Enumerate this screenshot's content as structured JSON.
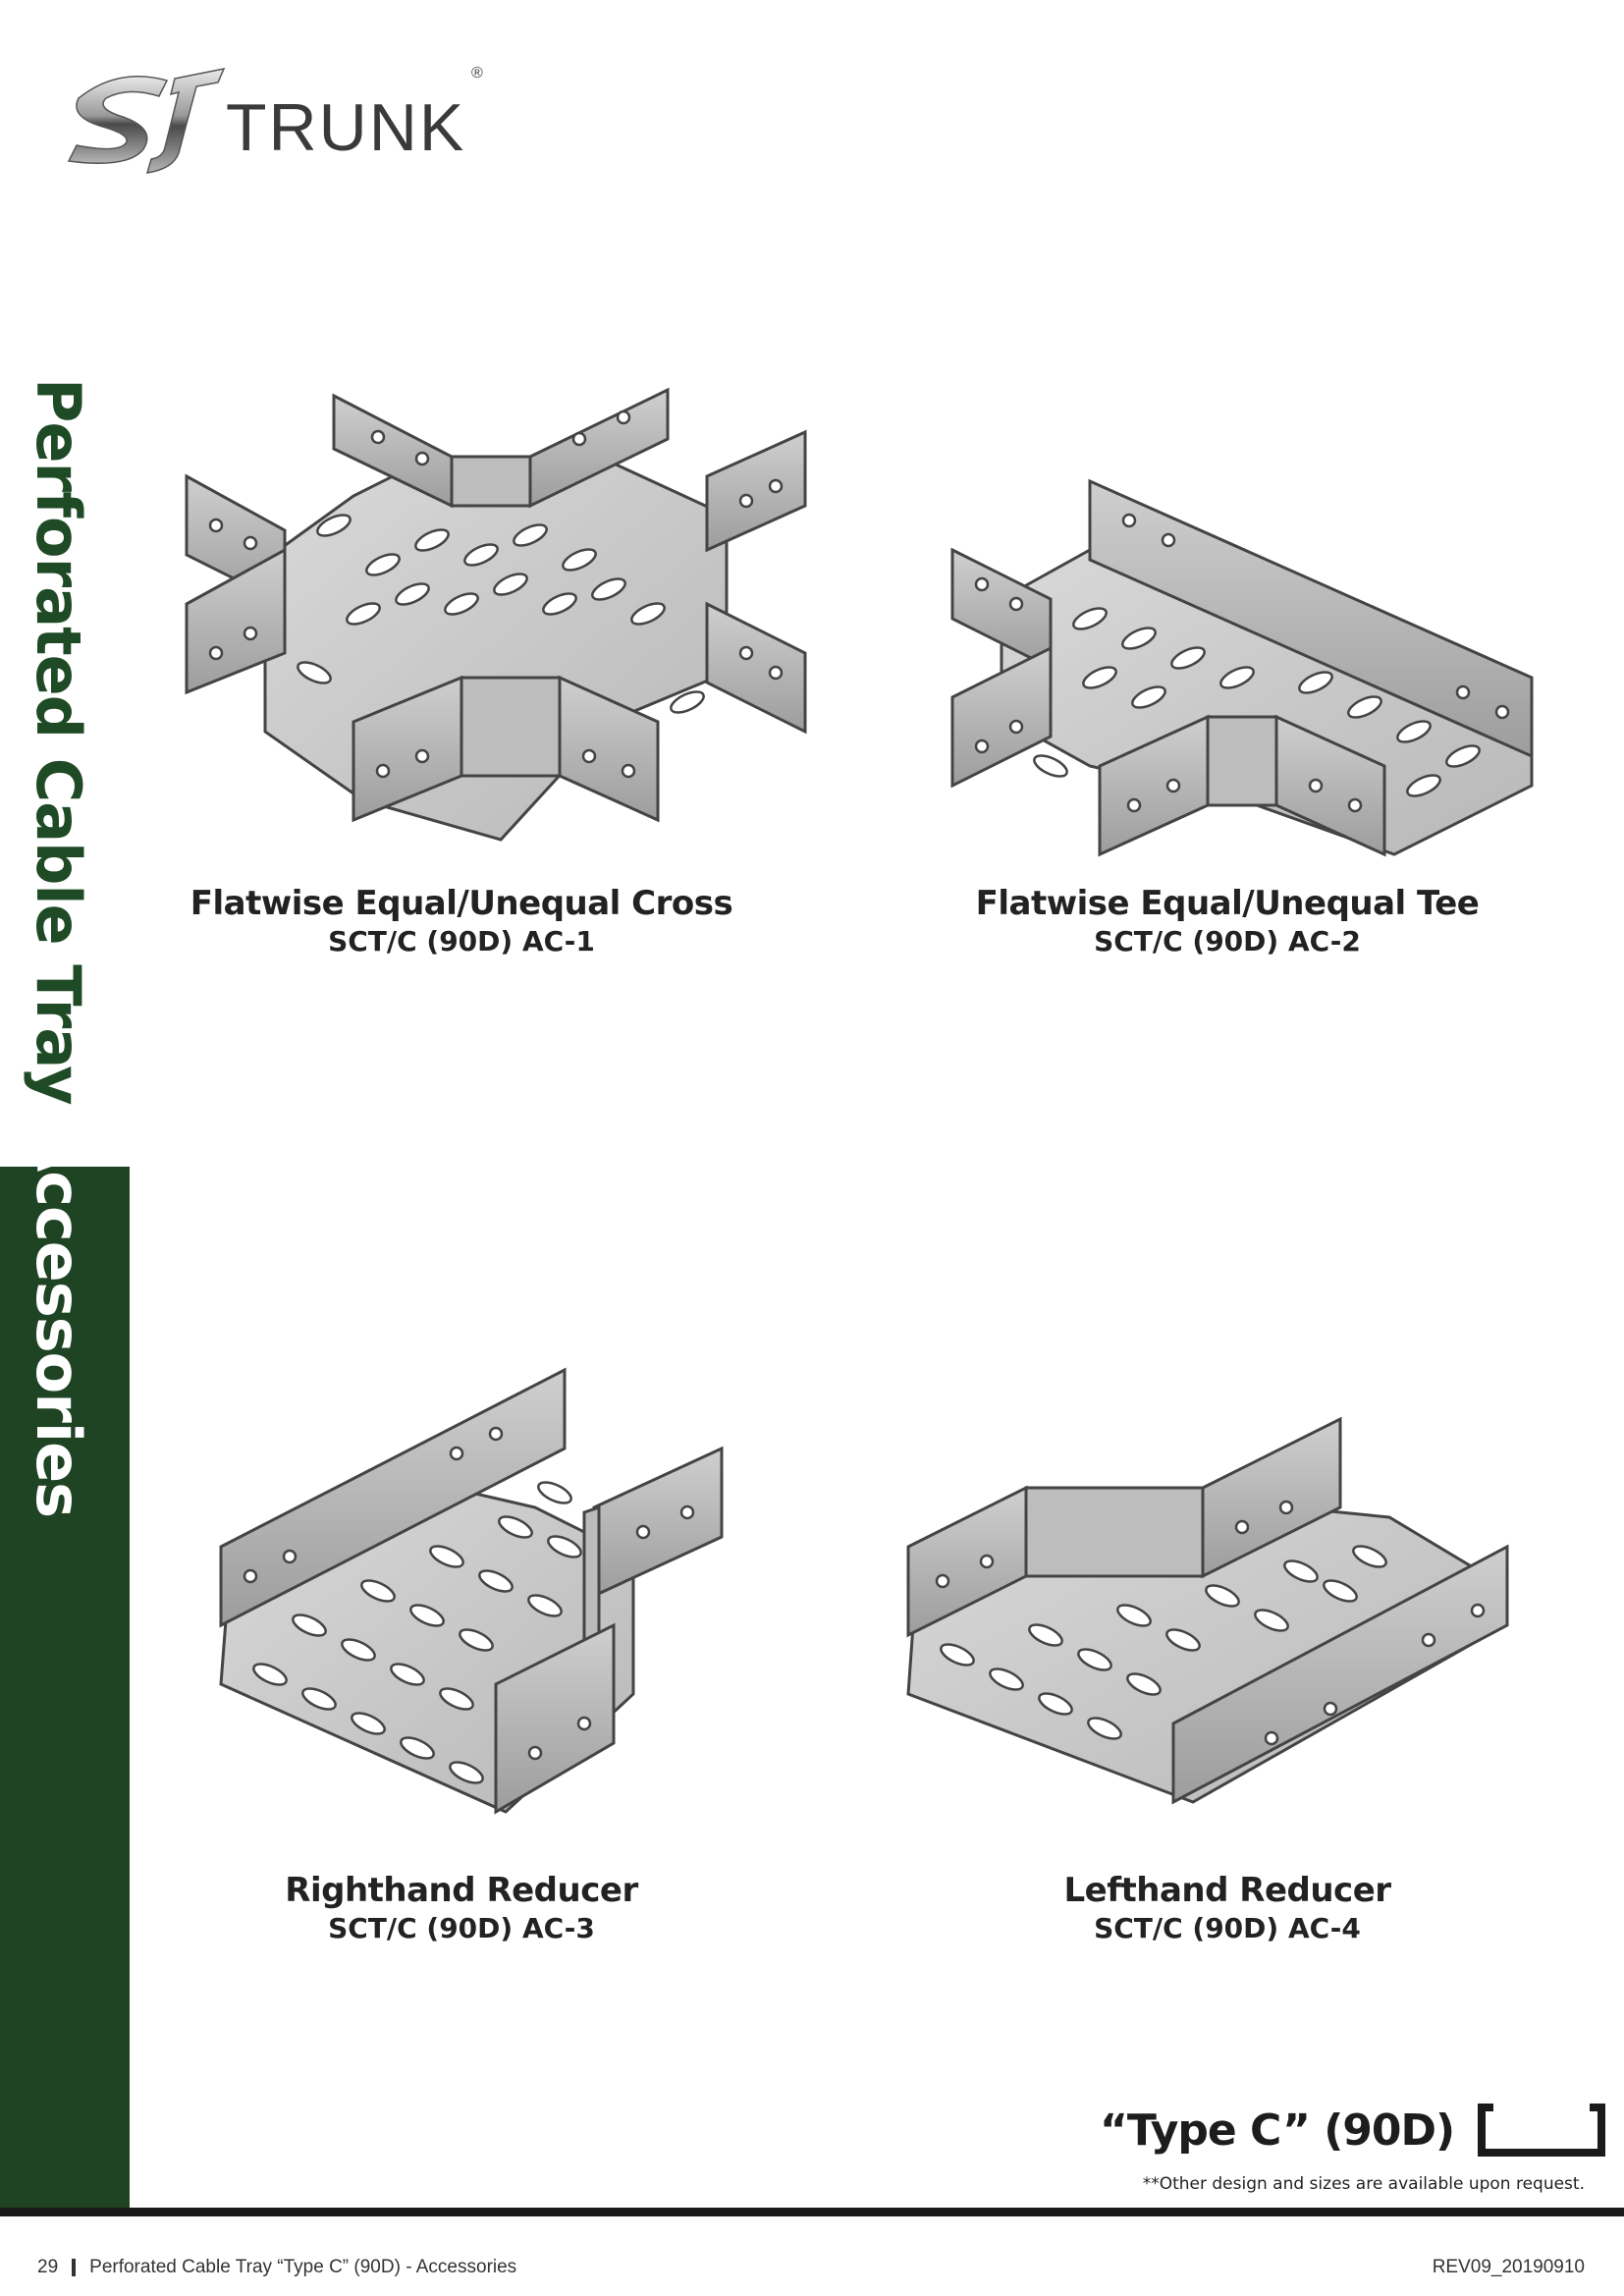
{
  "brand": {
    "logo_mark": "SJ",
    "logo_text": "TRUNK",
    "registered": "®"
  },
  "side_title": {
    "part1": "Perforated Cable Tray",
    "part2": "Accessories"
  },
  "products": [
    {
      "name": "Flatwise Equal/Unequal Cross",
      "code": "SCT/C (90D) AC-1",
      "icon": "cross-tray-illustration"
    },
    {
      "name": "Flatwise Equal/Unequal Tee",
      "code": "SCT/C (90D) AC-2",
      "icon": "tee-tray-illustration"
    },
    {
      "name": "Righthand Reducer",
      "code": "SCT/C (90D) AC-3",
      "icon": "righthand-reducer-illustration"
    },
    {
      "name": "Lefthand Reducer",
      "code": "SCT/C (90D) AC-4",
      "icon": "lefthand-reducer-illustration"
    }
  ],
  "type_c": {
    "label": "“Type C” (90D)",
    "note": "**Other design and sizes are available upon request."
  },
  "footer": {
    "page": "29",
    "title": "Perforated Cable Tray “Type C” (90D) - Accessories",
    "revision": "REV09_20190910"
  },
  "colors": {
    "accent_green": "#1e4423",
    "metal": "#c9c9c9",
    "metal_dark": "#9a9a9a"
  }
}
